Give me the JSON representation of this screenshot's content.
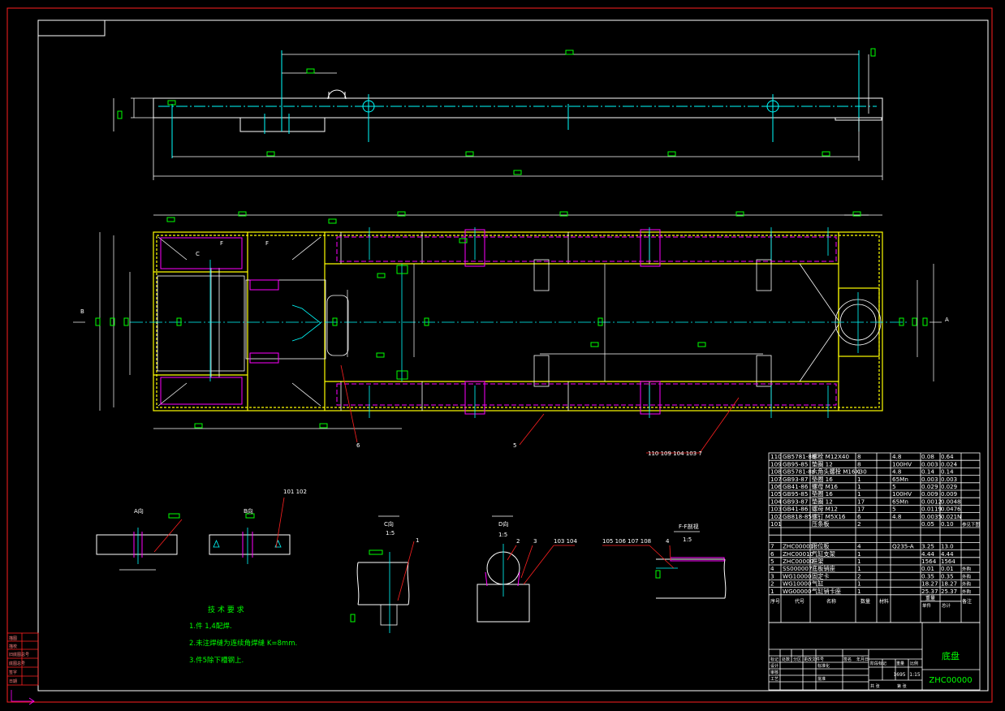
{
  "colors": {
    "background": "#000000",
    "frame": "#ff2020",
    "outline": "#ffffff",
    "dimension": "#00ff00",
    "centerline": "#00ffff",
    "frame_member": "#ffff00",
    "detail": "#ff00ff",
    "leader": "#ff2020"
  },
  "balloons": [
    "6",
    "5",
    "110 109 104 103 7"
  ],
  "view_labels": {
    "a": "A向",
    "b": "B向",
    "c": "C向",
    "c_scale": "1:5",
    "d": "D向",
    "d_scale": "1:5",
    "f": "F-F剖视",
    "f_scale": "1:5",
    "ff_mark": "F",
    "c_mark": "C",
    "b_arrow": "B",
    "a_arrow": "A",
    "ab_leader": "101 102",
    "c_leader": "1",
    "d_leader_1": "2",
    "d_leader_2": "3",
    "d_leader_3": "103 104",
    "f_leader_1": "105 106 107 108",
    "f_leader_2": "4"
  },
  "tech_requirements": {
    "title": "技 术 要 求",
    "items": [
      "1.件 1,4配焊.",
      "2.未注焊缝为连续角焊缝 K=8mm.",
      "3.件5除下槽钢上."
    ]
  },
  "bom": [
    {
      "no": "110",
      "code": "GB5781-86",
      "name": "螺栓 M12X40",
      "qty": "8",
      "mat": "4.8",
      "w1": "0.08",
      "w2": "0.64",
      "note": ""
    },
    {
      "no": "109",
      "code": "GB95-85",
      "name": "垫圈 12",
      "qty": "8",
      "mat": "100HV",
      "w1": "0.003",
      "w2": "0.024",
      "note": ""
    },
    {
      "no": "108",
      "code": "GB5781-86",
      "name": "六角头螺栓 M16X30",
      "qty": "1",
      "mat": "4.8",
      "w1": "0.14",
      "w2": "0.14",
      "note": ""
    },
    {
      "no": "107",
      "code": "GB93-87",
      "name": "垫圈 16",
      "qty": "1",
      "mat": "65Mn",
      "w1": "0.003",
      "w2": "0.003",
      "note": ""
    },
    {
      "no": "106",
      "code": "GB41-86",
      "name": "螺母 M16",
      "qty": "1",
      "mat": "5",
      "w1": "0.029",
      "w2": "0.029",
      "note": ""
    },
    {
      "no": "105",
      "code": "GB95-85",
      "name": "垫圈 16",
      "qty": "1",
      "mat": "100HV",
      "w1": "0.009",
      "w2": "0.009",
      "note": ""
    },
    {
      "no": "104",
      "code": "GB93-87",
      "name": "垫圈 12",
      "qty": "17",
      "mat": "65Mn",
      "w1": "0.0012",
      "w2": "0.0048",
      "note": ""
    },
    {
      "no": "103",
      "code": "GB41-86",
      "name": "螺母 M12",
      "qty": "17",
      "mat": "5",
      "w1": "0.0119",
      "w2": "0.0476",
      "note": ""
    },
    {
      "no": "102",
      "code": "GB818-85",
      "name": "螺钉 M5X16",
      "qty": "6",
      "mat": "4.8",
      "w1": "0.0035",
      "w2": "0.021N",
      "note": ""
    },
    {
      "no": "101",
      "code": "",
      "name": "压条板",
      "qty": "2",
      "mat": "",
      "w1": "0.05",
      "w2": "0.10",
      "note": "参见下图"
    },
    {
      "no": "",
      "code": "",
      "name": "",
      "qty": "",
      "mat": "",
      "w1": "",
      "w2": "",
      "note": ""
    },
    {
      "no": "",
      "code": "",
      "name": "",
      "qty": "",
      "mat": "",
      "w1": "",
      "w2": "",
      "note": ""
    },
    {
      "no": "7",
      "code": "ZHC00001",
      "name": "限位板",
      "qty": "4",
      "mat": "Q235-A",
      "w1": "3.25",
      "w2": "13.0",
      "note": ""
    },
    {
      "no": "6",
      "code": "ZHC00010",
      "name": "气缸支架",
      "qty": "1",
      "mat": "",
      "w1": "4.44",
      "w2": "4.44",
      "note": ""
    },
    {
      "no": "5",
      "code": "ZHC00000",
      "name": "框架",
      "qty": "1",
      "mat": "",
      "w1": "1564",
      "w2": "1564",
      "note": ""
    },
    {
      "no": "4",
      "code": "SS000007",
      "name": "底板销座",
      "qty": "1",
      "mat": "",
      "w1": "0.01",
      "w2": "0.01",
      "note": "外购"
    },
    {
      "no": "3",
      "code": "WG10000",
      "name": "固定卡",
      "qty": "2",
      "mat": "",
      "w1": "0.35",
      "w2": "0.35",
      "note": "外购"
    },
    {
      "no": "2",
      "code": "WG10000",
      "name": "气缸",
      "qty": "1",
      "mat": "",
      "w1": "18.27",
      "w2": "18.27",
      "note": "外购"
    },
    {
      "no": "1",
      "code": "WG00000",
      "name": "气缸销卡座",
      "qty": "1",
      "mat": "",
      "w1": "25.37",
      "w2": "25.37",
      "note": "外购"
    }
  ],
  "bom_header": {
    "no": "序号",
    "code": "代号",
    "name": "名称",
    "qty": "数量",
    "mat": "材料",
    "w_title": "重量",
    "w_unit": "单件",
    "w_total": "总计",
    "note": "备注"
  },
  "title_block": {
    "drawing_name": "底盘",
    "drawing_no": "ZHC00000",
    "weight": "1695",
    "scale": "1:15",
    "labels": {
      "stage_mark": "阶段标记",
      "weight": "重量",
      "scale": "比例",
      "design": "设计",
      "standardize": "标准化",
      "review": "审核",
      "process": "工艺",
      "approve": "批准",
      "mark": "标记",
      "count": "处数",
      "zone": "分区",
      "change_doc": "更改文件号",
      "signature": "签名",
      "date": "年月日",
      "sheet_total": "共 张",
      "sheet_no": "第 张"
    }
  },
  "left_stamp": [
    "描图",
    "描校",
    "旧底图总号",
    "底图总号",
    "签字",
    "日期"
  ]
}
